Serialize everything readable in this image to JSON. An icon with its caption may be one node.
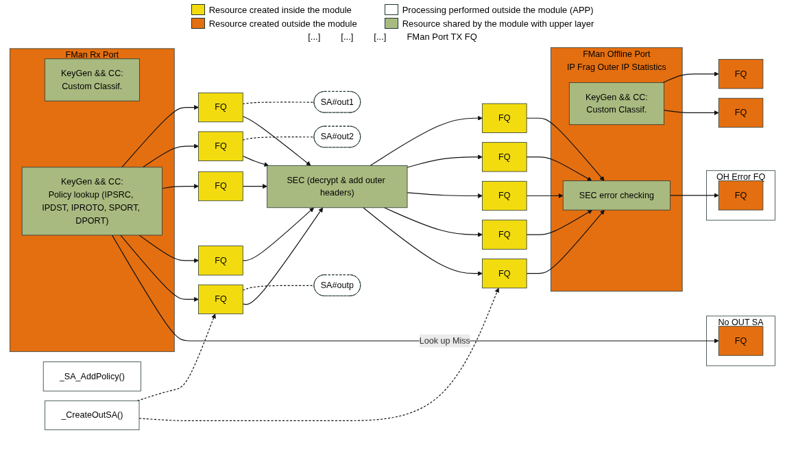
{
  "diagram": {
    "nodes": [
      {
        "text": [
          "FMan Rx Port"
        ]
      },
      {
        "text": [
          "KeyGen && CC:",
          "Custom Classif."
        ],
        "in": 0
      },
      {
        "text": [
          "KeyGen && CC:",
          "Policy lookup (IPSRC, IPDST, IPROTO, SPORT, DPORT)"
        ],
        "in": 0
      },
      {
        "text": [
          "FQ"
        ]
      },
      {
        "text": [
          "FQ"
        ]
      },
      {
        "text": [
          "FQ"
        ]
      },
      {
        "text": [
          "FQ"
        ]
      },
      {
        "text": [
          "FQ"
        ]
      },
      {
        "text": [
          "SA#out1"
        ]
      },
      {
        "text": [
          "SA#out2"
        ]
      },
      {
        "text": [
          "SA#outp"
        ]
      },
      {
        "text": [
          "SEC (decrypt & add outer headers)"
        ]
      },
      {
        "text": [
          "FQ"
        ]
      },
      {
        "text": [
          "FQ"
        ]
      },
      {
        "text": [
          "FQ"
        ]
      },
      {
        "text": [
          "FQ"
        ]
      },
      {
        "text": [
          "FQ"
        ]
      },
      {
        "text": [
          "FMan Offline Port",
          "IP Frag Outer IP Statistics"
        ]
      },
      {
        "text": [
          "SEC error checking"
        ],
        "in": 17
      },
      {
        "text": [
          "KeyGen && CC:",
          "Custom Classif."
        ],
        "in": 17
      },
      {
        "text": [
          "FQ"
        ]
      },
      {
        "text": [
          "FQ"
        ]
      },
      {
        "text": [
          "No OUT SA"
        ]
      },
      {
        "text": [
          "FQ"
        ],
        "in": 22
      },
      {
        "text": [
          "_SA_AddPolicy()"
        ]
      },
      {
        "text": [
          "_CreateOutSA()"
        ]
      },
      {
        "text": [
          "OH Error FQ"
        ]
      },
      {
        "text": [
          "FQ"
        ],
        "in": 26
      }
    ],
    "edges": [
      {
        "from": 2,
        "to": 3,
        "arrow": "to"
      },
      {
        "from": 2,
        "to": 4,
        "arrow": "to"
      },
      {
        "from": 2,
        "to": 5,
        "arrow": "to"
      },
      {
        "from": 2,
        "to": 6,
        "arrow": "to"
      },
      {
        "from": 2,
        "to": 7,
        "arrow": "to"
      },
      {
        "from": 3,
        "to": 8,
        "arrow": "none",
        "style": "dashed"
      },
      {
        "from": 4,
        "to": 9,
        "arrow": "none",
        "style": "dashed"
      },
      {
        "from": 7,
        "to": 10,
        "arrow": "none",
        "style": "dashed"
      },
      {
        "from": 3,
        "to": 11,
        "arrow": "to"
      },
      {
        "from": 4,
        "to": 11,
        "arrow": "to"
      },
      {
        "from": 5,
        "to": 11,
        "arrow": "to"
      },
      {
        "from": 6,
        "to": 11,
        "arrow": "to"
      },
      {
        "from": 7,
        "to": 11,
        "arrow": "to"
      },
      {
        "from": 11,
        "to": 12,
        "arrow": "to"
      },
      {
        "from": 11,
        "to": 13,
        "arrow": "to"
      },
      {
        "from": 11,
        "to": 14,
        "arrow": "to"
      },
      {
        "from": 11,
        "to": 15,
        "arrow": "to"
      },
      {
        "from": 11,
        "to": 16,
        "arrow": "to"
      },
      {
        "from": 12,
        "to": 18,
        "arrow": "to"
      },
      {
        "from": 13,
        "to": 18,
        "arrow": "to"
      },
      {
        "from": 14,
        "to": 18,
        "arrow": "to"
      },
      {
        "from": 15,
        "to": 18,
        "arrow": "to"
      },
      {
        "from": 16,
        "to": 18,
        "arrow": "to"
      },
      {
        "from": 19,
        "to": 20,
        "arrow": "to"
      },
      {
        "from": 19,
        "to": 21,
        "arrow": "to"
      },
      {
        "from": 2,
        "to": 23,
        "label": "Look up Miss",
        "arrow": "to"
      },
      {
        "from": 18,
        "to": 27,
        "arrow": "to"
      },
      {
        "from": 25,
        "to": 7,
        "arrow": "to",
        "style": "dashed"
      },
      {
        "from": 25,
        "to": 16,
        "arrow": "to",
        "style": "dashed"
      }
    ],
    "labels": [
      "[...]",
      "[...]",
      "[...]",
      "FMan Port TX FQ"
    ],
    "legend": [
      {
        "text": "Resource created inside the module",
        "color": "#f2dc10"
      },
      {
        "text": "Processing performed outside the module (APP)",
        "color": "#ffffff"
      },
      {
        "text": "Resource created outside the module",
        "color": "#e46f10"
      },
      {
        "text": "Resource shared by the module with upper layer",
        "color": "#a9ba80"
      }
    ]
  }
}
